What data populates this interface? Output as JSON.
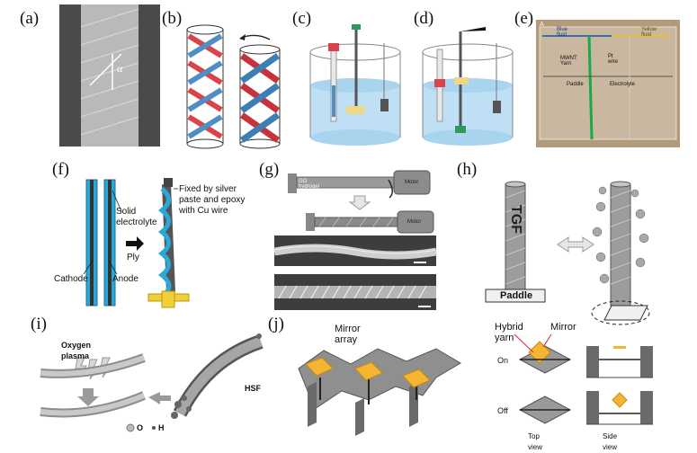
{
  "panels": {
    "a": {
      "label": "(a)",
      "angle_symbol": "α"
    },
    "b": {
      "label": "(b)"
    },
    "c": {
      "label": "(c)"
    },
    "d": {
      "label": "(d)"
    },
    "e": {
      "label": "(e)",
      "corner_letter": "A",
      "texts": [
        "Blue fluid",
        "Yellow fluid",
        "MWNT Yarn",
        "Pt wire",
        "Paddle",
        "Electrolyte"
      ]
    },
    "f": {
      "label": "(f)",
      "texts": {
        "solid_electrolyte": "Solid electrolyte",
        "fixed": "Fixed by silver paste and epoxy with Cu wire",
        "ply": "Ply",
        "cathode": "Cathode",
        "anode": "Anode"
      }
    },
    "g": {
      "label": "(g)",
      "texts": {
        "fiber": "GO hydrogel fiber",
        "motor1": "Motor",
        "motor2": "Motor"
      }
    },
    "h": {
      "label": "(h)",
      "texts": {
        "tgf": "TGF",
        "paddle": "Paddle"
      }
    },
    "i": {
      "label": "(i)",
      "texts": {
        "plasma": "Oxygen plasma",
        "hsf": "HSF",
        "legend_o": "O",
        "legend_h": "H"
      }
    },
    "j": {
      "label": "(j)",
      "texts": {
        "mirror_array": "Mirror array",
        "hybrid_yarn": "Hybrid yarn",
        "mirror": "Mirror",
        "on": "On",
        "off": "Off",
        "top_view": "Top view",
        "side_view": "Side view"
      }
    }
  },
  "colors": {
    "red_strip": "#d9434a",
    "blue_strip": "#4f8fc4",
    "water": "#bfe0f4",
    "fiber_cyan": "#2aa8d8",
    "mirror_orange": "#f5b533",
    "paddle_yellow": "#f0cf3a"
  }
}
